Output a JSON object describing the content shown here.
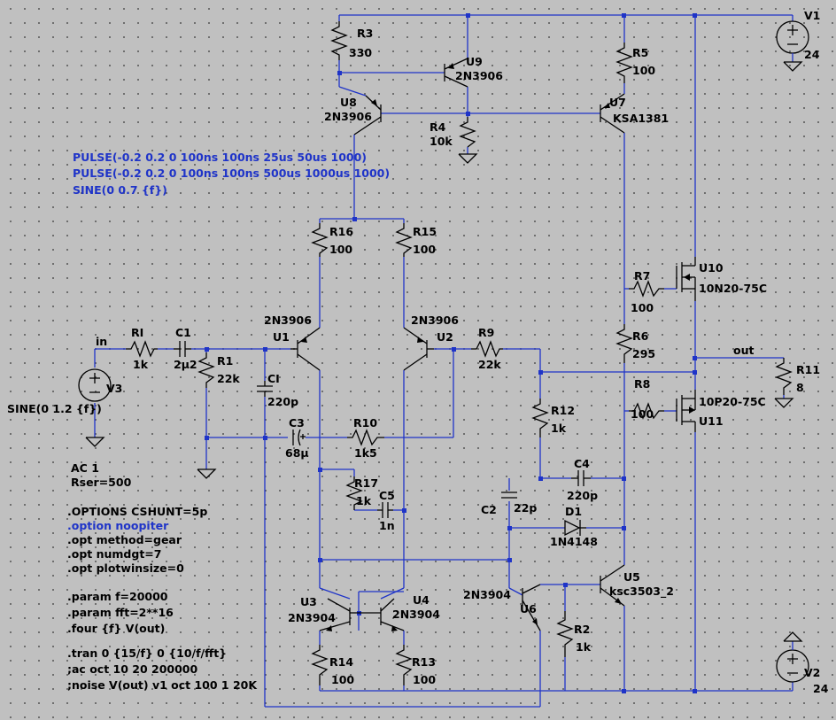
{
  "colors": {
    "wire": "#1f34c8",
    "symbol": "#000000",
    "background": "#c0c0c0",
    "directive_active": "#000000",
    "directive_comment": "#1f34c8"
  },
  "components": {
    "R3": {
      "ref": "R3",
      "value": "330"
    },
    "U9": {
      "ref": "U9",
      "value": "2N3906"
    },
    "R5": {
      "ref": "R5",
      "value": "100"
    },
    "V1": {
      "ref": "V1",
      "value": "24"
    },
    "U8": {
      "ref": "U8",
      "value": "2N3906"
    },
    "U7": {
      "ref": "U7",
      "value": "KSA1381"
    },
    "R4": {
      "ref": "R4",
      "value": "10k"
    },
    "R16": {
      "ref": "R16",
      "value": "100"
    },
    "R15": {
      "ref": "R15",
      "value": "100"
    },
    "R7": {
      "ref": "R7",
      "value": "100"
    },
    "U10": {
      "ref": "U10",
      "value": "10N20-75C"
    },
    "RI": {
      "ref": "RI",
      "value": "1k"
    },
    "C1": {
      "ref": "C1",
      "value": "2µ2"
    },
    "R1": {
      "ref": "R1",
      "value": "22k"
    },
    "U1": {
      "ref": "U1",
      "value": "2N3906"
    },
    "U2": {
      "ref": "U2",
      "value": "2N3906"
    },
    "R9": {
      "ref": "R9",
      "value": "22k"
    },
    "R6": {
      "ref": "R6",
      "value": "295"
    },
    "R11": {
      "ref": "R11",
      "value": "8"
    },
    "V3": {
      "ref": "V3",
      "value": "SINE(0 1.2 {f})"
    },
    "CI": {
      "ref": "CI",
      "value": "220p"
    },
    "R8": {
      "ref": "R8",
      "value": "100"
    },
    "U11": {
      "ref": "U11",
      "value": "10P20-75C"
    },
    "R12": {
      "ref": "R12",
      "value": "1k"
    },
    "C3": {
      "ref": "C3",
      "value": "68µ"
    },
    "R10": {
      "ref": "R10",
      "value": "1k5"
    },
    "C4": {
      "ref": "C4",
      "value": "220p"
    },
    "R17": {
      "ref": "R17",
      "value": "1k"
    },
    "C5": {
      "ref": "C5",
      "value": "1n"
    },
    "C2": {
      "ref": "C2",
      "value": "22p"
    },
    "D1": {
      "ref": "D1",
      "value": "1N4148"
    },
    "U5": {
      "ref": "U5",
      "value": "ksc3503_2"
    },
    "U6": {
      "ref": "U6",
      "value": "2N3904"
    },
    "U3": {
      "ref": "U3",
      "value": "2N3904"
    },
    "U4": {
      "ref": "U4",
      "value": "2N3904"
    },
    "R2": {
      "ref": "R2",
      "value": "1k"
    },
    "R14": {
      "ref": "R14",
      "value": "100"
    },
    "R13": {
      "ref": "R13",
      "value": "100"
    },
    "V2": {
      "ref": "V2",
      "value": "24"
    }
  },
  "nets": {
    "in": "in",
    "out": "out"
  },
  "source_params": {
    "ac": "AC 1",
    "rser": "Rser=500"
  },
  "comment_lines": [
    "PULSE(-0.2 0.2 0 100ns 100ns 25us 50us 1000)",
    "PULSE(-0.2 0.2 0 100ns 100ns 500us 1000us 1000)",
    "SINE(0 0.7 {f})"
  ],
  "directives": [
    {
      "text": ".OPTIONS CSHUNT=5p",
      "comment": false
    },
    {
      "text": ".option noopiter",
      "comment": true
    },
    {
      "text": ".opt method=gear",
      "comment": false
    },
    {
      "text": ".opt numdgt=7",
      "comment": false
    },
    {
      "text": ".opt plotwinsize=0",
      "comment": false
    },
    {
      "text": ".param f=20000",
      "comment": false
    },
    {
      "text": ".param fft=2**16",
      "comment": false
    },
    {
      "text": ".four {f} V(out)",
      "comment": false
    },
    {
      "text": ".tran 0 {15/f} 0 {10/f/fft}",
      "comment": false
    },
    {
      "text": ";ac oct 10 20 200000",
      "comment": false
    },
    {
      "text": ";noise V(out) v1 oct 100 1 20K",
      "comment": false
    }
  ]
}
